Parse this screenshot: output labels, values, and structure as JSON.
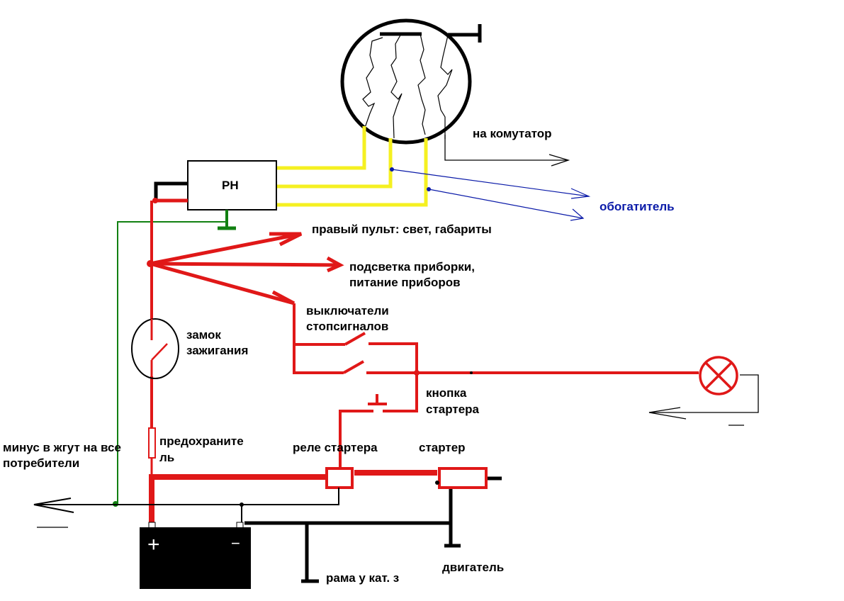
{
  "diagram": {
    "title": "Motorcycle wiring scheme",
    "colors": {
      "power": "#e01818",
      "generator": "#f5f021",
      "ground_rn": "#118011",
      "ground": "#000000",
      "enricher": "#0a1aa8",
      "battery": "#000000",
      "background": "#ffffff"
    },
    "components": {
      "regulator": "РН",
      "battery_plus": "+",
      "battery_minus": "−"
    },
    "labels": {
      "commutator": "на комутатор",
      "enricher": "обогатитель",
      "right_panel": "правый пульт: свет, габариты",
      "dash_light_1": "подсветка приборки,",
      "dash_light_2": "питание приборов",
      "brake_switches_1": "выключатели",
      "brake_switches_2": "стопсигналов",
      "ignition_1": "замок",
      "ignition_2": "зажигания",
      "starter_button_1": "кнопка",
      "starter_button_2": "стартера",
      "fuse_1": "предохраните",
      "fuse_2": "ль",
      "minus_harness_1": "минус в жгут на все",
      "minus_harness_2": "потребители",
      "starter_relay": "реле стартера",
      "starter": "стартер",
      "engine": "двигатель",
      "frame": "рама у кат. з"
    }
  }
}
